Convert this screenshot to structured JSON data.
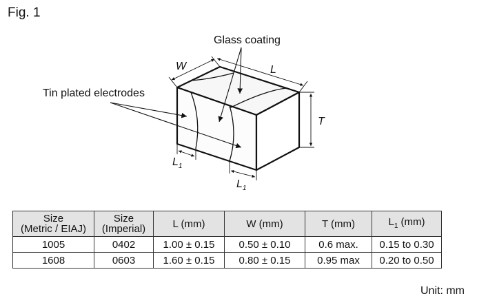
{
  "figure_label": "Fig. 1",
  "diagram": {
    "glass_coating": "Glass coating",
    "tin_plated": "Tin plated electrodes",
    "dim_w": "W",
    "dim_l": "L",
    "dim_t": "T",
    "dim_l1_left": "L",
    "dim_l1_right": "L",
    "subscript_1": "1"
  },
  "table": {
    "headers": [
      {
        "line1": "Size",
        "line2": "(Metric / EIAJ)"
      },
      {
        "line1": "Size",
        "line2": "(Imperial)"
      },
      {
        "line1": "L (mm)"
      },
      {
        "line1": "W (mm)"
      },
      {
        "line1": "T (mm)"
      },
      {
        "line1": "L",
        "sub": "1",
        "after": " (mm)"
      }
    ],
    "rows": [
      [
        "1005",
        "0402",
        "1.00 ± 0.15",
        "0.50 ± 0.10",
        "0.6 max.",
        "0.15 to 0.30"
      ],
      [
        "1608",
        "0603",
        "1.60 ± 0.15",
        "0.80 ± 0.15",
        "0.95 max",
        "0.20 to 0.50"
      ]
    ]
  },
  "unit_note": "Unit: mm",
  "colors": {
    "line": "#111111",
    "header_bg": "#e3e3e3"
  }
}
